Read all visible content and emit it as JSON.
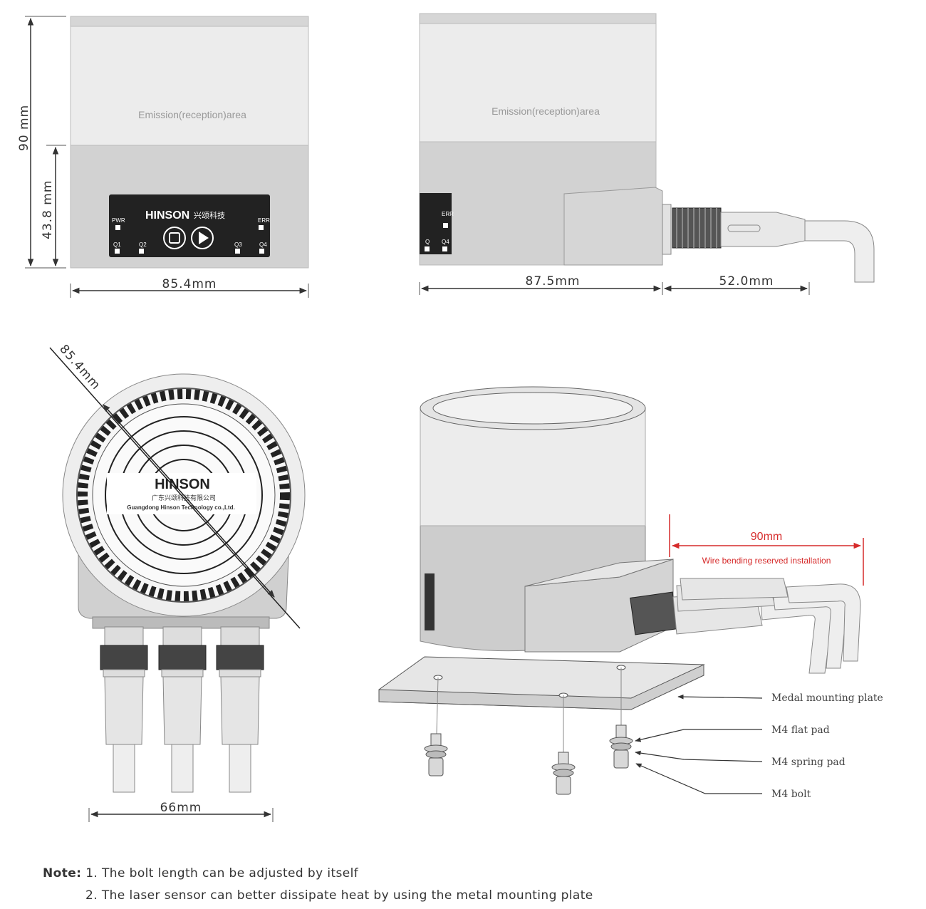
{
  "front_view": {
    "area_label": "Emission(reception)area",
    "brand": "HINSON",
    "brand_cn": "兴颂科技",
    "led_pwr": "PWR",
    "led_err": "ERR",
    "led_q1": "Q1",
    "led_q2": "Q2",
    "led_q3": "Q3",
    "led_q4": "Q4",
    "dim_height_total": "90 mm",
    "dim_height_lower": "43.8 mm",
    "dim_width": "85.4mm"
  },
  "side_view": {
    "area_label": "Emission(reception)area",
    "led_err": "ERR",
    "led_q": "Q",
    "led_q4": "Q4",
    "dim_body": "87.5mm",
    "dim_cable": "52.0mm"
  },
  "top_view": {
    "dim_diameter": "85.4mm",
    "brand": "HINSON",
    "company_cn": "广东兴颂科技有限公司",
    "company_en": "Guangdong Hinson Technology co.,Ltd.",
    "dim_width": "66mm"
  },
  "iso_view": {
    "dim_reserve": "90mm",
    "reserve_label": "Wire bending reserved installation",
    "callouts": [
      "Medal mounting plate",
      "M4 flat pad",
      "M4 spring pad",
      "M4 bolt"
    ]
  },
  "notes": {
    "prefix": "Note:",
    "line1": "1. The bolt length can be adjusted by itself",
    "line2": "2. The laser sensor can better dissipate heat by using the metal mounting plate"
  }
}
